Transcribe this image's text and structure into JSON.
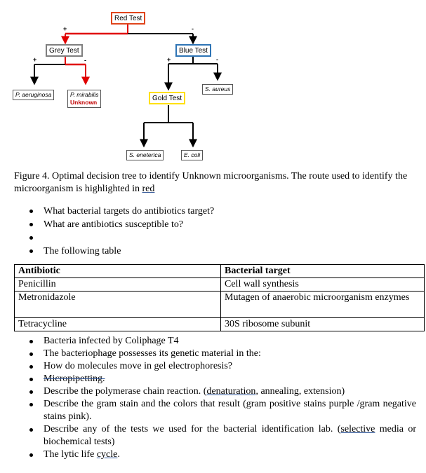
{
  "tree": {
    "red_test": "Red Test",
    "grey_test": "Grey Test",
    "blue_test": "Blue Test",
    "gold_test": "Gold Test",
    "p_aeruginosa": "P. aeruginosa",
    "p_mirabilis": "P. mirabilis",
    "unknown": "Unknown",
    "s_aureus": "S. aureus",
    "s_eneterica": "S. eneterica",
    "e_coli": "E. coli",
    "plus": "+",
    "minus": "-",
    "colors": {
      "red_test_border": "#e0451c",
      "grey_test_border": "#7f7f7f",
      "blue_test_border": "#2e74b5",
      "gold_test_border": "#ffe000",
      "highlight_route": "#e00000",
      "unknown_text": "#c00000"
    }
  },
  "caption": {
    "prefix": "Figure 4. Optimal decision tree to identify Unknown microorganisms. The route used to identify the microorganism is highlighted in ",
    "red_word": "red"
  },
  "bullets_top": [
    "What bacterial targets do antibiotics target?",
    "What are antibiotics susceptible to?",
    "",
    "The following table"
  ],
  "table": {
    "headers": [
      "Antibiotic",
      "Bacterial target"
    ],
    "rows": [
      [
        "Penicillin",
        "Cell wall synthesis"
      ],
      [
        "Metronidazole",
        "Mutagen of anaerobic microorganism enzymes"
      ],
      [
        "Tetracycline",
        "30S ribosome subunit"
      ]
    ]
  },
  "bullets_bottom": {
    "b1": "Bacteria infected by Coliphage T4",
    "b2": "The bacteriophage possesses its genetic material in the:",
    "b3": "How do molecules move in gel electrophoresis?",
    "b4": "Micropipetting.",
    "b5_pre": "Describe the polymerase chain reaction. (",
    "b5_u": "denaturation",
    "b5_post": ", annealing, extension)",
    "b6": "Describe the gram stain and the colors that result (gram positive stains purple /gram negative stains pink).",
    "b7_pre": "Describe any of the tests we used for the bacterial identification lab. (",
    "b7_u": "selective",
    "b7_post": " media or biochemical tests)",
    "b8_pre": "The lytic life ",
    "b8_u": "cycle",
    "b8_post": "."
  }
}
